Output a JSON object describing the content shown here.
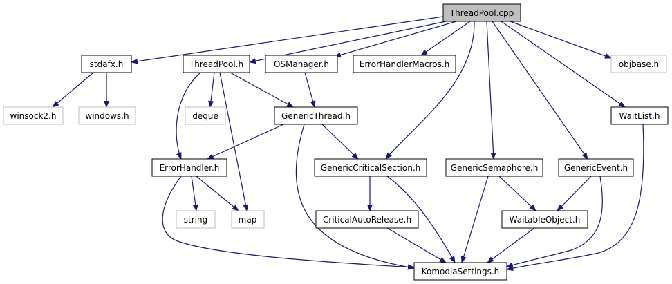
{
  "colors": {
    "edge": "#191970",
    "node_border": "#000000",
    "external_border": "#bfbfbf",
    "root_fill": "#bfbfbf",
    "node_fill": "#ffffff",
    "text": "#000000"
  },
  "nodes": {
    "threadpool_cpp": {
      "label": "ThreadPool.cpp",
      "kind": "root"
    },
    "stdafx_h": {
      "label": "stdafx.h",
      "kind": "header"
    },
    "threadpool_h": {
      "label": "ThreadPool.h",
      "kind": "header"
    },
    "osmanager_h": {
      "label": "OSManager.h",
      "kind": "header"
    },
    "errorhandlermacros_h": {
      "label": "ErrorHandlerMacros.h",
      "kind": "header"
    },
    "objbase_h": {
      "label": "objbase.h",
      "kind": "external"
    },
    "winsock2_h": {
      "label": "winsock2.h",
      "kind": "external"
    },
    "windows_h": {
      "label": "windows.h",
      "kind": "external"
    },
    "deque": {
      "label": "deque",
      "kind": "external"
    },
    "genericthread_h": {
      "label": "GenericThread.h",
      "kind": "header"
    },
    "waitlist_h": {
      "label": "WaitList.h",
      "kind": "header"
    },
    "errorhandler_h": {
      "label": "ErrorHandler.h",
      "kind": "header"
    },
    "genericcriticalsection_h": {
      "label": "GenericCriticalSection.h",
      "kind": "header"
    },
    "genericsemaphore_h": {
      "label": "GenericSemaphore.h",
      "kind": "header"
    },
    "genericevent_h": {
      "label": "GenericEvent.h",
      "kind": "header"
    },
    "string": {
      "label": "string",
      "kind": "external"
    },
    "map": {
      "label": "map",
      "kind": "external"
    },
    "criticalautorelease_h": {
      "label": "CriticalAutoRelease.h",
      "kind": "header"
    },
    "waitableobject_h": {
      "label": "WaitableObject.h",
      "kind": "header"
    },
    "komodiasettings_h": {
      "label": "KomodiaSettings.h",
      "kind": "header"
    }
  },
  "edges": [
    {
      "from": "threadpool_cpp",
      "to": "stdafx_h"
    },
    {
      "from": "threadpool_cpp",
      "to": "threadpool_h"
    },
    {
      "from": "threadpool_cpp",
      "to": "osmanager_h"
    },
    {
      "from": "threadpool_cpp",
      "to": "errorhandlermacros_h"
    },
    {
      "from": "threadpool_cpp",
      "to": "objbase_h"
    },
    {
      "from": "threadpool_cpp",
      "to": "waitlist_h"
    },
    {
      "from": "threadpool_cpp",
      "to": "genericcriticalsection_h"
    },
    {
      "from": "threadpool_cpp",
      "to": "genericsemaphore_h"
    },
    {
      "from": "threadpool_cpp",
      "to": "genericevent_h"
    },
    {
      "from": "stdafx_h",
      "to": "winsock2_h"
    },
    {
      "from": "stdafx_h",
      "to": "windows_h"
    },
    {
      "from": "threadpool_h",
      "to": "deque"
    },
    {
      "from": "threadpool_h",
      "to": "genericthread_h"
    },
    {
      "from": "threadpool_h",
      "to": "errorhandler_h"
    },
    {
      "from": "threadpool_h",
      "to": "map"
    },
    {
      "from": "osmanager_h",
      "to": "genericthread_h"
    },
    {
      "from": "genericthread_h",
      "to": "errorhandler_h"
    },
    {
      "from": "genericthread_h",
      "to": "genericcriticalsection_h"
    },
    {
      "from": "genericthread_h",
      "to": "komodiasettings_h"
    },
    {
      "from": "errorhandler_h",
      "to": "string"
    },
    {
      "from": "errorhandler_h",
      "to": "map"
    },
    {
      "from": "errorhandler_h",
      "to": "komodiasettings_h"
    },
    {
      "from": "genericcriticalsection_h",
      "to": "criticalautorelease_h"
    },
    {
      "from": "genericcriticalsection_h",
      "to": "komodiasettings_h"
    },
    {
      "from": "criticalautorelease_h",
      "to": "komodiasettings_h"
    },
    {
      "from": "genericsemaphore_h",
      "to": "waitableobject_h"
    },
    {
      "from": "genericsemaphore_h",
      "to": "komodiasettings_h"
    },
    {
      "from": "genericevent_h",
      "to": "waitableobject_h"
    },
    {
      "from": "genericevent_h",
      "to": "komodiasettings_h"
    },
    {
      "from": "waitableobject_h",
      "to": "komodiasettings_h"
    },
    {
      "from": "waitlist_h",
      "to": "komodiasettings_h"
    }
  ]
}
